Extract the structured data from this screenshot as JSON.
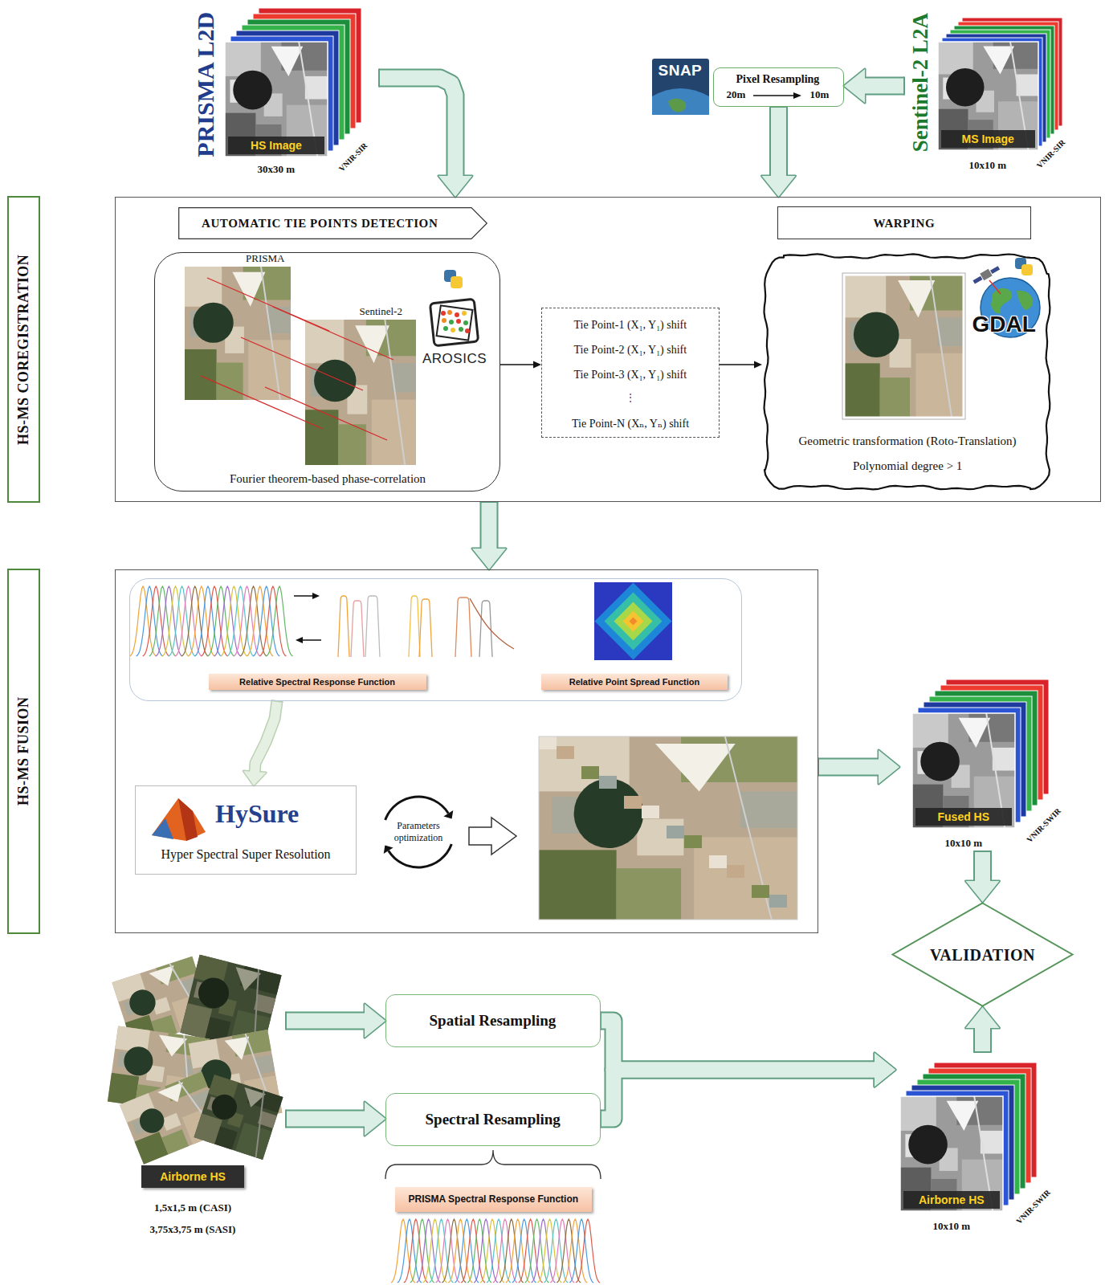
{
  "diagram": {
    "nodes": [
      {
        "text": [
          "PRISMA L2D",
          "HS Image",
          "VNIR-SIR",
          "30x30 m"
        ]
      },
      {
        "text": [
          "Pixel Resampling",
          "20m",
          "10m"
        ]
      },
      {
        "text": [
          "Sentinel-2 L2A",
          "MS Image",
          "VNIR-SIR",
          "10x10 m"
        ]
      },
      {
        "text": [
          "HS-MS COREGISTRATION"
        ]
      },
      {
        "text": [
          "AUTOMATIC TIE POINTS DETECTION"
        ],
        "in": 3
      },
      {
        "text": [
          "WARPING"
        ],
        "in": 3
      },
      {
        "text": [
          "PRISMA",
          "Sentinel-2",
          "AROSICS",
          "Fourier theorem-based phase-correlation"
        ],
        "in": 3
      },
      {
        "text": [
          "Tie Point-1 (X₁, Y₁) shift",
          "Tie Point-2 (X₁, Y₁) shift",
          "Tie Point-3 (X₁, Y₁) shift",
          "⋮",
          "Tie Point-N (Xₙ, Yₙ) shift"
        ],
        "in": 3
      },
      {
        "text": [
          "GDAL",
          "Geometric transformation (Roto-Translation)",
          "Polynomial degree > 1"
        ],
        "in": 3
      },
      {
        "text": [
          "HS-MS FUSION"
        ]
      },
      {
        "text": [
          "Relative Spectral Response Function",
          "Relative Point Spread Function"
        ],
        "in": 9
      },
      {
        "text": [
          "HySure",
          "Hyper Spectral Super Resolution"
        ],
        "in": 9
      },
      {
        "text": [
          "Parameters optimization"
        ],
        "in": 9
      },
      {
        "text": [
          "Fused HS",
          "VNIR-SWIR",
          "10x10 m"
        ]
      },
      {
        "text": [
          "VALIDATION"
        ]
      },
      {
        "text": [
          "Airborne HS",
          "1,5x1,5 m (CASI)",
          "3,75x3,75 m (SASI)"
        ]
      },
      {
        "text": [
          "Spatial Resampling"
        ]
      },
      {
        "text": [
          "Spectral Resampling"
        ]
      },
      {
        "text": [
          "PRISMA Spectral Response Function"
        ]
      },
      {
        "text": [
          "Airborne HS",
          "VNIR-SWIR",
          "10x10 m"
        ]
      }
    ],
    "edges": [
      {
        "from": 0,
        "to": 3,
        "arrow": "to"
      },
      {
        "from": 2,
        "to": 1,
        "arrow": "to"
      },
      {
        "from": 1,
        "to": 3,
        "arrow": "to"
      },
      {
        "from": 6,
        "to": 7,
        "arrow": "to"
      },
      {
        "from": 7,
        "to": 8,
        "arrow": "to"
      },
      {
        "from": 3,
        "to": 9,
        "arrow": "to"
      },
      {
        "from": 10,
        "to": 11,
        "arrow": "to"
      },
      {
        "from": 9,
        "to": 13,
        "arrow": "to"
      },
      {
        "from": 13,
        "to": 14,
        "arrow": "to"
      },
      {
        "from": 15,
        "to": 16,
        "arrow": "to"
      },
      {
        "from": 15,
        "to": 17,
        "arrow": "to"
      },
      {
        "from": 16,
        "to": 19,
        "arrow": "to"
      },
      {
        "from": 17,
        "to": 19,
        "arrow": "to"
      },
      {
        "from": 19,
        "to": 14,
        "arrow": "to"
      }
    ],
    "labels": [
      "SNAP"
    ]
  }
}
